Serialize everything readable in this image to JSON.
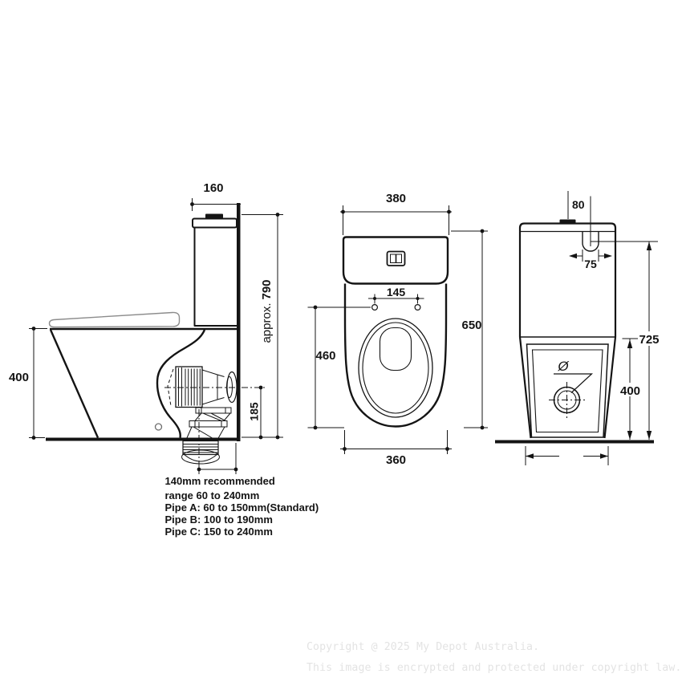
{
  "side_view": {
    "dim_depth_top": "160",
    "dim_height_prefix": "approx.",
    "dim_height": "790",
    "dim_seat_height": "400",
    "dim_outlet_center_height": "185"
  },
  "front_view": {
    "dim_width_top": "380",
    "dim_fixing_centres": "145",
    "dim_overall_height": "650",
    "dim_bowl_height": "460",
    "dim_width_base": "360"
  },
  "rear_view": {
    "dim_button": "80",
    "dim_inlet_offset": "75",
    "dim_inlet_height": "725",
    "dim_outlet_panel_height": "400",
    "diameter_symbol": "Ø"
  },
  "notes": {
    "lines": [
      "140mm recommended",
      "range 60 to 240mm",
      "Pipe A: 60 to 150mm(Standard)",
      "Pipe B: 100 to 190mm",
      "Pipe C: 150 to 240mm"
    ]
  },
  "watermark": {
    "line1": "Copyright @ 2025 My Depot Australia.",
    "line2": "This image is encrypted and protected under copyright law."
  },
  "colors": {
    "line": "#141414",
    "seat": "#8c8c8c",
    "watermark": "#e3e3e3"
  }
}
